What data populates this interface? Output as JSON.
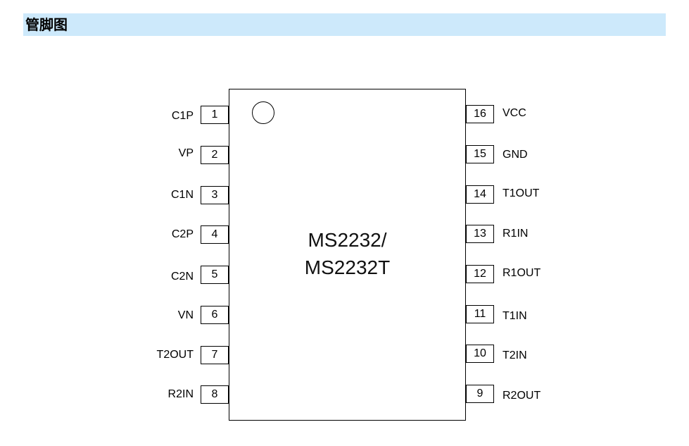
{
  "header": {
    "title": "管脚图"
  },
  "chip": {
    "name_line1": "MS2232/",
    "name_line2": "MS2232T"
  },
  "pins": {
    "left": [
      {
        "number": "1",
        "name": "C1P"
      },
      {
        "number": "2",
        "name": "VP"
      },
      {
        "number": "3",
        "name": "C1N"
      },
      {
        "number": "4",
        "name": "C2P"
      },
      {
        "number": "5",
        "name": "C2N"
      },
      {
        "number": "6",
        "name": "VN"
      },
      {
        "number": "7",
        "name": "T2OUT"
      },
      {
        "number": "8",
        "name": "R2IN"
      }
    ],
    "right": [
      {
        "number": "16",
        "name": "VCC"
      },
      {
        "number": "15",
        "name": "GND"
      },
      {
        "number": "14",
        "name": "T1OUT"
      },
      {
        "number": "13",
        "name": "R1IN"
      },
      {
        "number": "12",
        "name": "R1OUT"
      },
      {
        "number": "11",
        "name": "T1IN"
      },
      {
        "number": "10",
        "name": "T2IN"
      },
      {
        "number": "9",
        "name": "R2OUT"
      }
    ]
  }
}
